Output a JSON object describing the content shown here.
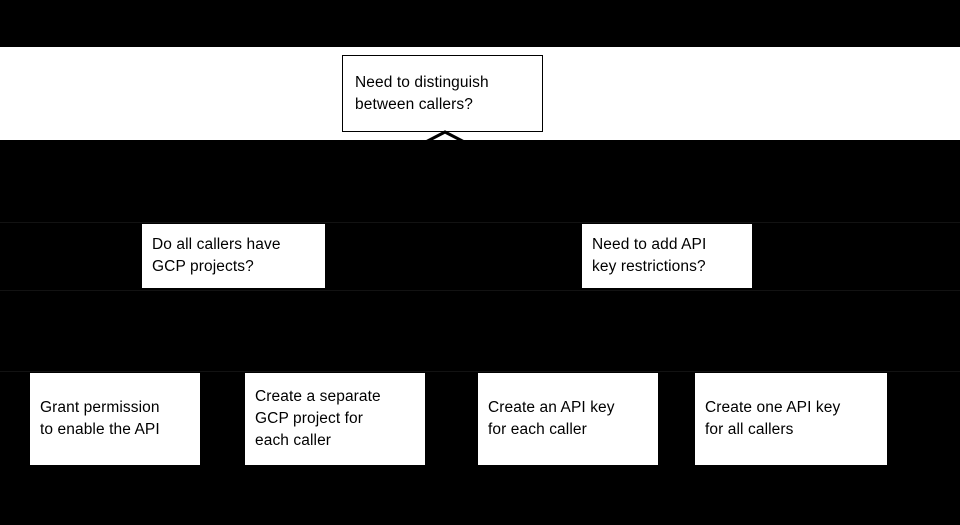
{
  "diagram": {
    "type": "decision-flowchart",
    "background_color": "#000000",
    "node_fill_color": "#ffffff",
    "node_text_color": "#000000",
    "nodes": [
      {
        "id": "root",
        "kind": "decision",
        "text": "Need to distinguish\nbetween callers?"
      },
      {
        "id": "gcp-projects",
        "kind": "decision",
        "text": "Do all callers have\nGCP projects?"
      },
      {
        "id": "key-restrictions",
        "kind": "decision",
        "text": "Need to add API\nkey restrictions?"
      },
      {
        "id": "grant-permission",
        "kind": "outcome",
        "text": "Grant permission\nto enable the API"
      },
      {
        "id": "separate-project",
        "kind": "outcome",
        "text": "Create a separate\nGCP project for\neach caller"
      },
      {
        "id": "key-each-caller",
        "kind": "outcome",
        "text": "Create an API key\nfor each caller"
      },
      {
        "id": "key-all-callers",
        "kind": "outcome",
        "text": "Create one API key\nfor all callers"
      }
    ],
    "connectors": [
      {
        "id": "root-down",
        "from": "root",
        "shape": "chevron-arrowhead-up"
      }
    ]
  }
}
